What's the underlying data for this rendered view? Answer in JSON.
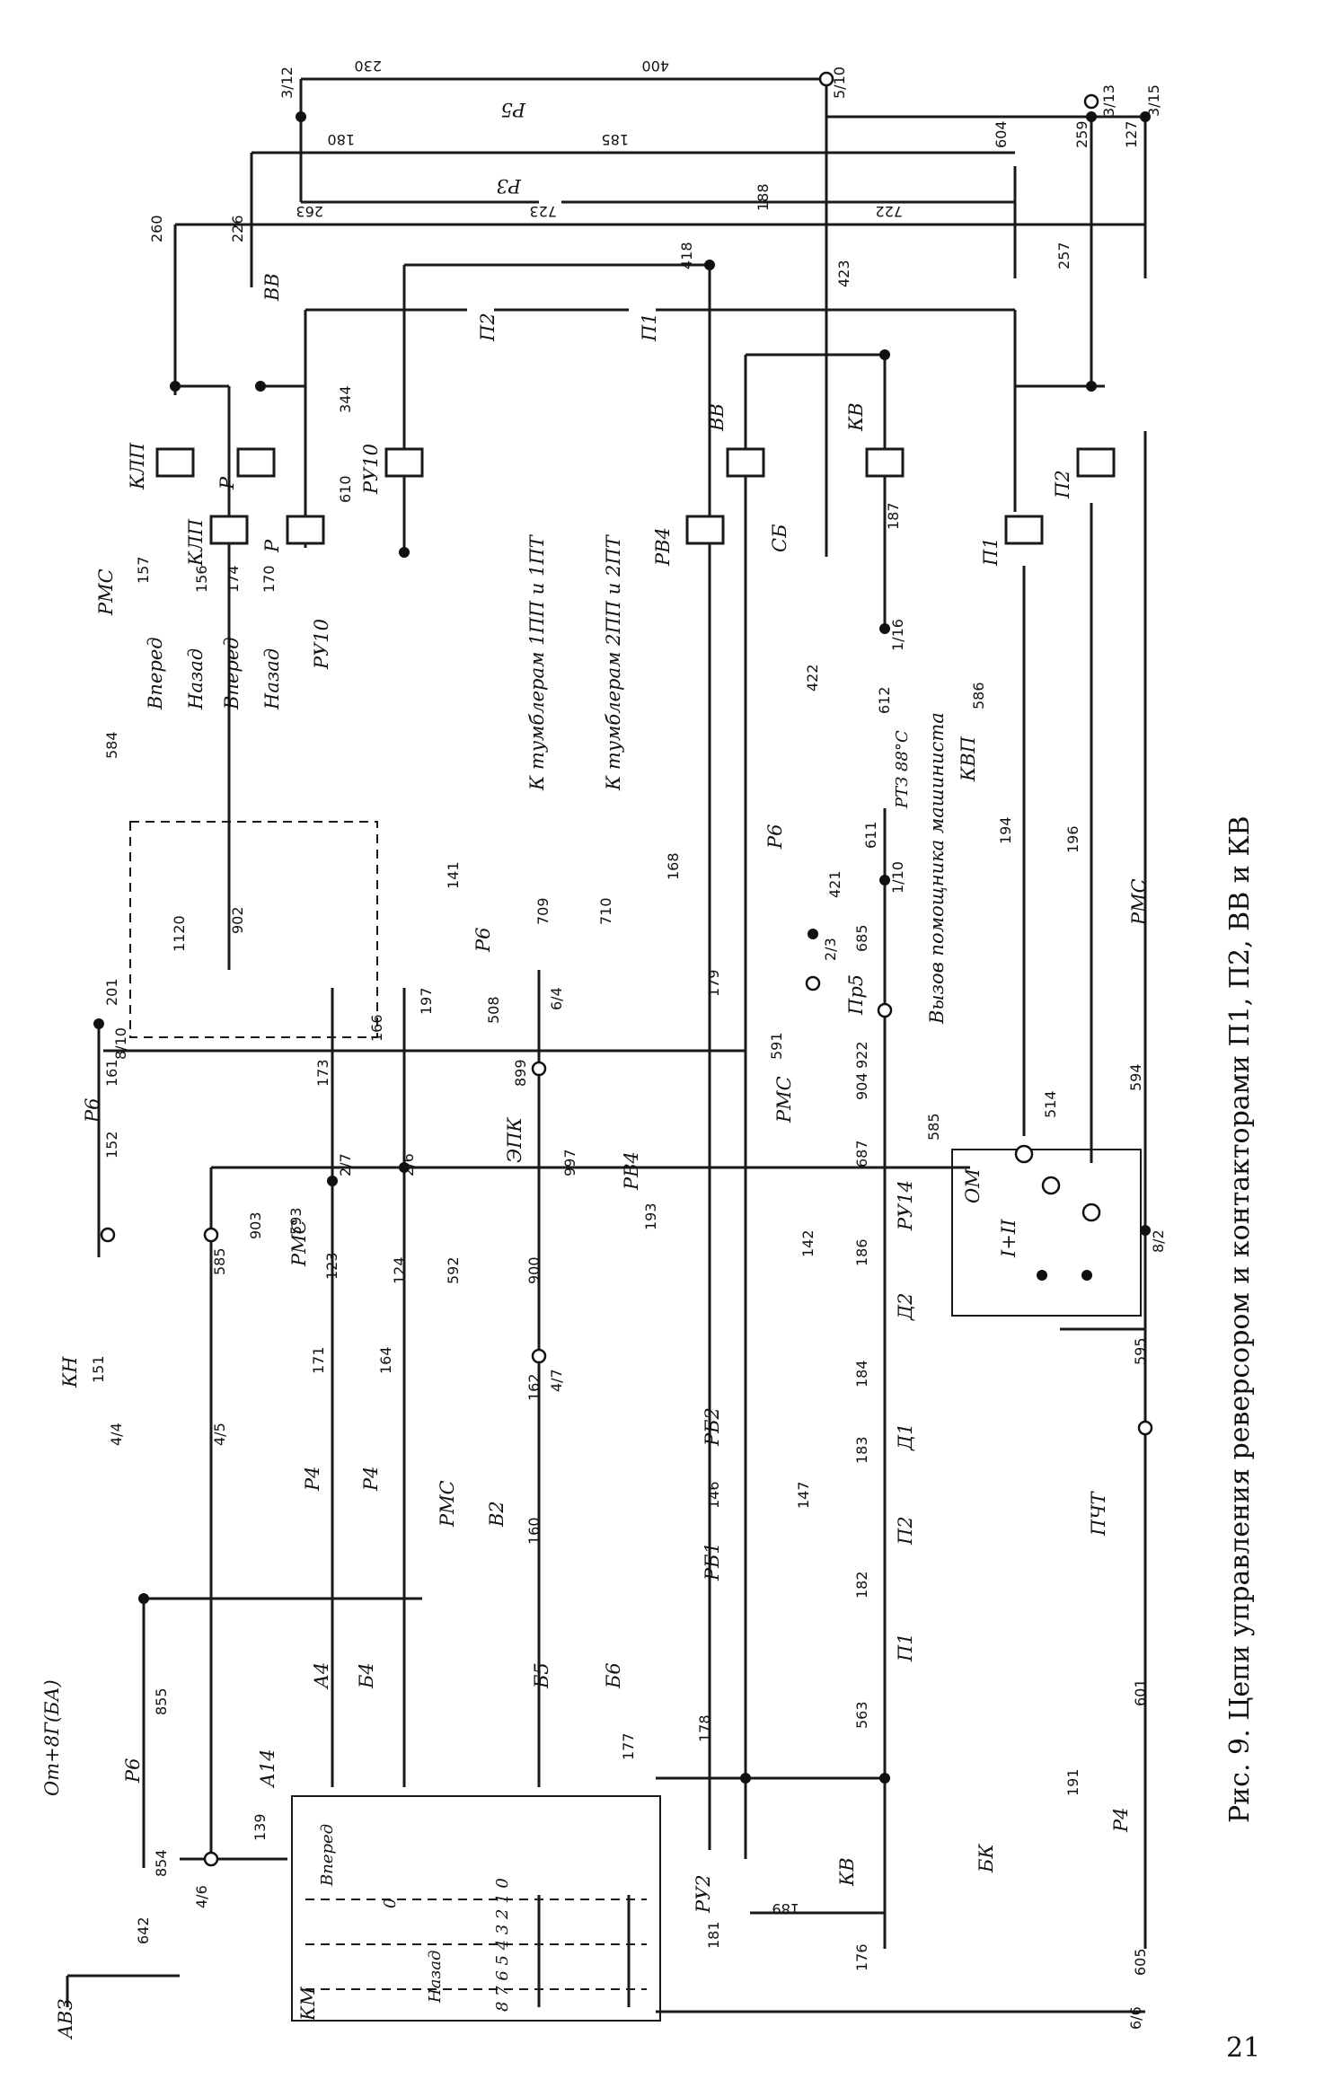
{
  "figure": {
    "caption": "Рис. 9. Цепи управления реверсором и контакторами П1, П2, ВВ и КВ",
    "page_number": "21"
  },
  "left_block": {
    "power_source": "От+8Г(БА)",
    "breaker": "АВЗ",
    "controller": "КМ",
    "positions_label": "8 7 6 5 4 3 2 1 0",
    "position_forward": "Вперед",
    "position_zero": "0",
    "position_back": "Назад",
    "button": "КН",
    "switch_b2": "В2",
    "epk": "ЭПК"
  },
  "coils": [
    "КЛП",
    "Р",
    "РУ10",
    "РВ4",
    "ВВ",
    "КВ",
    "П1",
    "П2"
  ],
  "coil_pairs": [
    "КЛП",
    "Р"
  ],
  "directions": [
    "Вперед",
    "Назад",
    "Вперед",
    "Назад",
    "РУ10"
  ],
  "contacts": {
    "top": [
      "Р5",
      "Р3",
      "ВВ",
      "П2",
      "П1"
    ],
    "bottom": [
      "РУ2",
      "КВ",
      "П1",
      "П2",
      "Д1",
      "Д2",
      "РУ14",
      "РБ1",
      "РБ2",
      "РВ4"
    ],
    "misc": [
      "СБ",
      "РТЗ 88°С",
      "КВП",
      "БК",
      "ПЧТ",
      "ОМ",
      "I+II"
    ]
  },
  "connectors": [
    "Р6",
    "Р6",
    "Р6",
    "Р6",
    "Р4",
    "Р4",
    "Р4",
    "РМС",
    "РМС",
    "РМС",
    "РМС",
    "РМС",
    "Пр5"
  ],
  "controller_contacts": [
    "А14",
    "А4",
    "Б4",
    "Б5",
    "Б6"
  ],
  "side_notes": {
    "to_switches_1": "К тумблерам 1ПП и 1ПТ",
    "to_switches_2": "К тумблерам 2ПП и 2ПТ",
    "call_assistant": "Вызов помощника машиниста"
  },
  "terminals": [
    "3/12",
    "5/10",
    "3/13",
    "3/15",
    "8/10",
    "4/4",
    "4/5",
    "4/6",
    "2/7",
    "2/6",
    "6/4",
    "4/7",
    "2/3",
    "1/10",
    "1/16",
    "6/6",
    "8/2"
  ],
  "wires": [
    "230",
    "400",
    "180",
    "185",
    "604",
    "259",
    "127",
    "260",
    "226",
    "263",
    "723",
    "722",
    "188",
    "418",
    "423",
    "257",
    "344",
    "610",
    "157",
    "156",
    "174",
    "170",
    "584",
    "201",
    "161",
    "152",
    "151",
    "585",
    "903",
    "855",
    "854",
    "139",
    "642",
    "173",
    "166",
    "123",
    "124",
    "593",
    "592",
    "171",
    "164",
    "197",
    "899",
    "997",
    "900",
    "162",
    "160",
    "177",
    "193",
    "142",
    "146",
    "147",
    "178",
    "179",
    "168",
    "181",
    "176",
    "189",
    "563",
    "182",
    "183",
    "184",
    "186",
    "687",
    "585",
    "904",
    "922",
    "685",
    "611",
    "612",
    "586",
    "194",
    "196",
    "514",
    "594",
    "595",
    "601",
    "605",
    "191",
    "421",
    "422",
    "591",
    "508",
    "709",
    "710",
    "141",
    "1120",
    "902",
    "187"
  ],
  "colors": {
    "ink": "#1a1a1a",
    "paper": "#ffffff"
  }
}
